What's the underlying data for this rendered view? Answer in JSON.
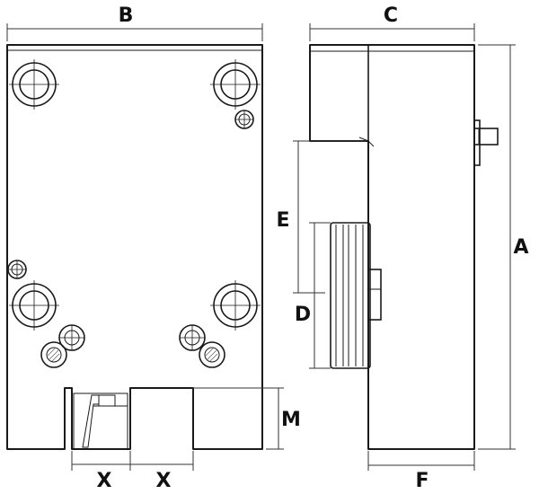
{
  "labels": {
    "b": "B",
    "c": "C",
    "a": "A",
    "e": "E",
    "d": "D",
    "m": "M",
    "x_left": "X",
    "x_right": "X",
    "f": "F"
  },
  "colors": {
    "line": "#1a1a1a",
    "shade": "#cccccc",
    "background": "#ffffff"
  }
}
